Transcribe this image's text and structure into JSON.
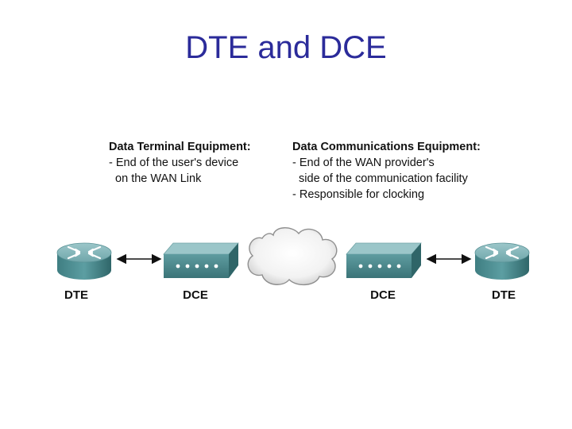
{
  "title": "DTE and DCE",
  "dte_info": {
    "heading": "Data Terminal Equipment:",
    "lines": [
      "- End of the user's device",
      "  on the WAN Link"
    ]
  },
  "dce_info": {
    "heading": "Data Communications Equipment:",
    "lines": [
      "- End of the WAN provider's",
      "  side of the communication facility",
      "- Responsible for clocking"
    ]
  },
  "devices": {
    "left_router": {
      "label": "DTE",
      "icon": "router-icon"
    },
    "left_modem": {
      "label": "DCE",
      "icon": "csu-dsu-icon"
    },
    "cloud": {
      "icon": "wan-cloud-icon"
    },
    "right_modem": {
      "label": "DCE",
      "icon": "csu-dsu-icon"
    },
    "right_router": {
      "label": "DTE",
      "icon": "router-icon"
    }
  },
  "colors": {
    "title": "#2b2b9a",
    "device_teal": "#4f8f93",
    "device_top": "#8fbcbf",
    "device_dark": "#2e6366"
  }
}
